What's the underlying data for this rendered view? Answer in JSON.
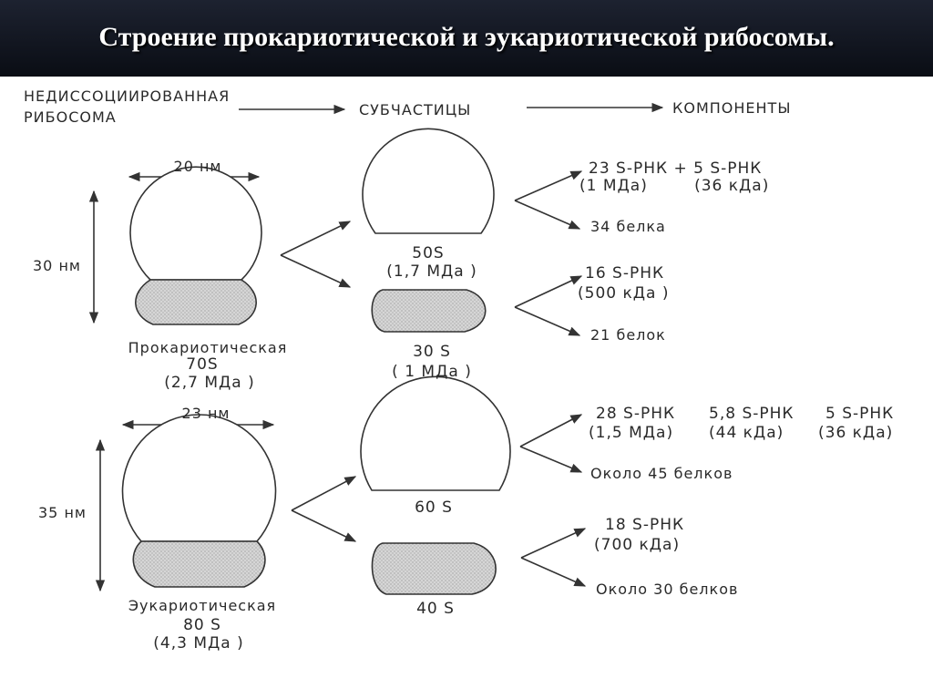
{
  "title": "Строение прокариотической и эукариотической рибосомы.",
  "header": {
    "col1_line1": "НЕДИССОЦИИРОВАННАЯ",
    "col1_line2": "РИБОСОМА",
    "col2": "СУБЧАСТИЦЫ",
    "col3": "КОМПОНЕНТЫ"
  },
  "prokaryote": {
    "width": "20 нм",
    "height": "30 нм",
    "name": "Прокариотическая",
    "sediment": "70S",
    "mass": "(2,7 МДа )",
    "large": {
      "sediment": "50S",
      "mass": "(1,7 МДа )",
      "rna": "23 S-РНК + 5 S-РНК",
      "rna_mass": "(1 МДа)        (36 кДа)",
      "proteins": "34 белка"
    },
    "small": {
      "sediment": "30 S",
      "mass": "( 1 МДа )",
      "rna": "16 S-РНК",
      "rna_mass": "(500 кДа )",
      "proteins": "21 белок"
    }
  },
  "eukaryote": {
    "width": "23 нм",
    "height": "35 нм",
    "name": "Эукариотическая",
    "sediment": "80 S",
    "mass": "(4,3 МДа )",
    "large": {
      "sediment": "60 S",
      "rna1": "28 S-РНК",
      "rna1_mass": "(1,5 МДа)",
      "rna2": "5,8 S-РНК",
      "rna2_mass": "(44 кДа)",
      "rna3": "5 S-РНК",
      "rna3_mass": "(36 кДа)",
      "proteins": "Около 45 белков"
    },
    "small": {
      "sediment": "40 S",
      "rna": "18 S-РНК",
      "rna_mass": "(700 кДа)",
      "proteins": "Около 30 белков"
    }
  }
}
